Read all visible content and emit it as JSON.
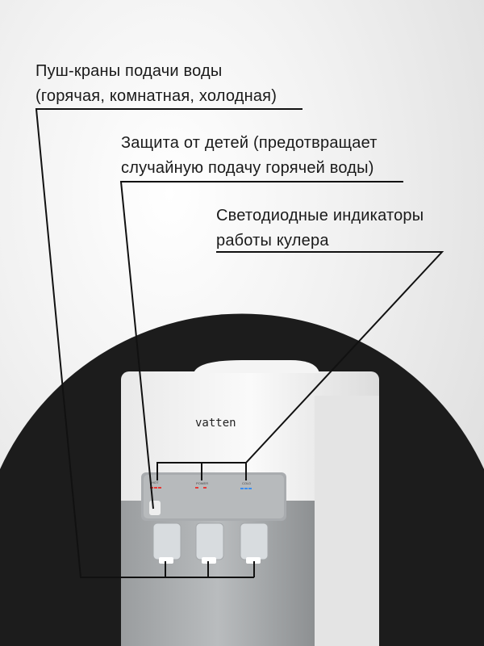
{
  "callouts": [
    {
      "lines": [
        "Пуш-краны подачи воды",
        "(горячая, комнатная, холодная)"
      ]
    },
    {
      "lines": [
        "Защита от детей (предотвращает",
        "случайную подачу горячей воды)"
      ]
    },
    {
      "lines": [
        "Светодиодные индикаторы",
        "работы кулера"
      ]
    }
  ],
  "product": {
    "brand": "vatten",
    "indicators": [
      "HOT",
      "POWER",
      "COLD"
    ]
  },
  "colors": {
    "hot_led": "#e53935",
    "cold_led": "#3b8ef0",
    "circle": "#1c1c1c"
  }
}
